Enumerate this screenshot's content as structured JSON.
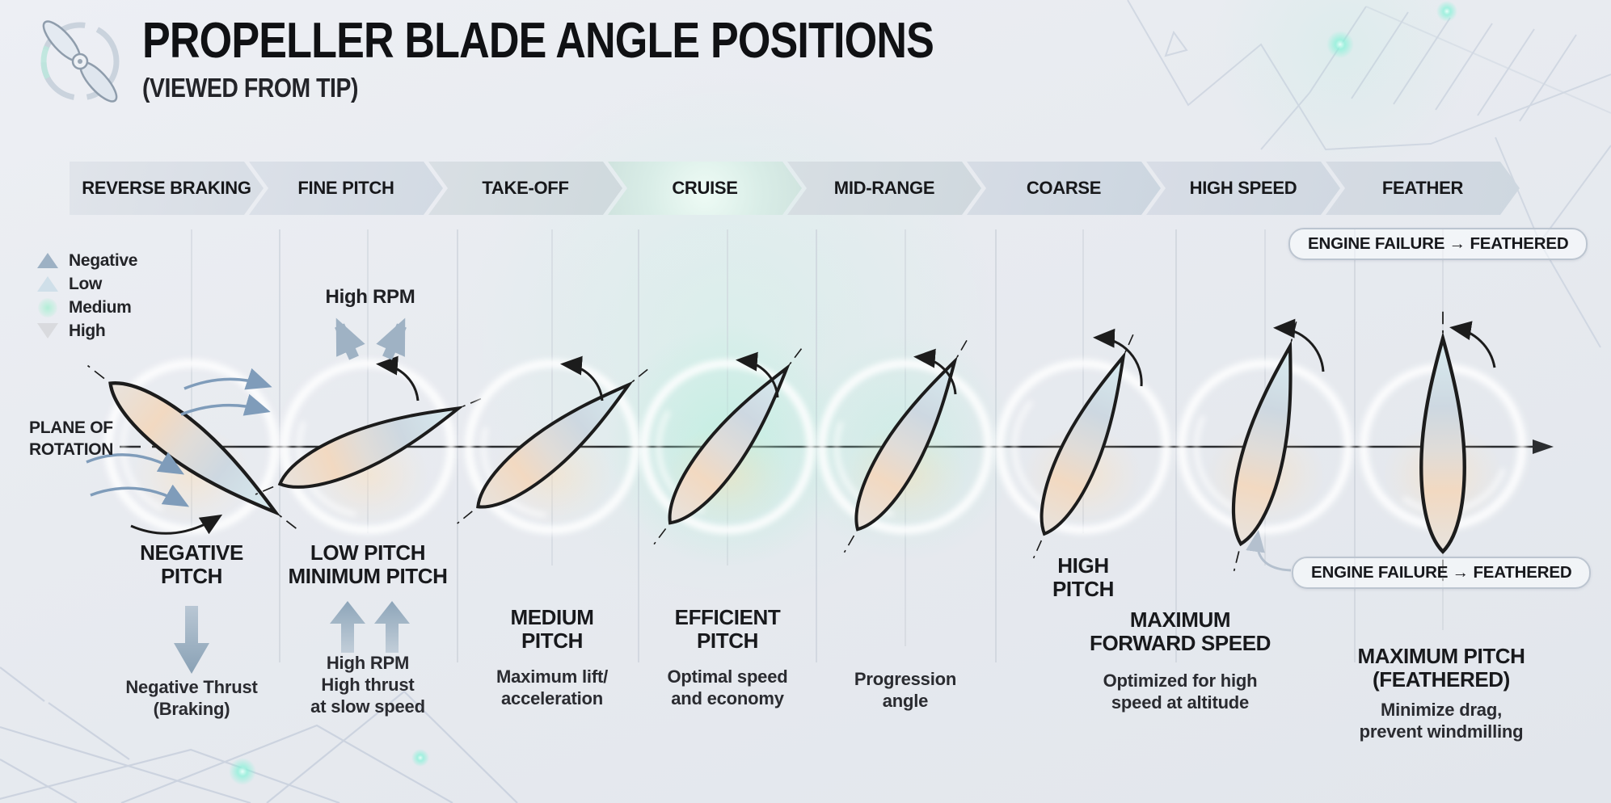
{
  "header": {
    "title": "PROPELLER BLADE ANGLE POSITIONS",
    "subtitle": "(VIEWED FROM TIP)",
    "icon": "propeller-icon"
  },
  "banner": {
    "stages": [
      {
        "label": "REVERSE BRAKING",
        "highlight": false
      },
      {
        "label": "FINE PITCH",
        "highlight": false
      },
      {
        "label": "TAKE-OFF",
        "highlight": false
      },
      {
        "label": "CRUISE",
        "highlight": true
      },
      {
        "label": "MID-RANGE",
        "highlight": false
      },
      {
        "label": "COARSE",
        "highlight": false
      },
      {
        "label": "HIGH SPEED",
        "highlight": false
      },
      {
        "label": "FEATHER",
        "highlight": false
      }
    ]
  },
  "legend": {
    "items": [
      {
        "label": "Negative",
        "marker": "triangle-up",
        "color": "#9db1c4"
      },
      {
        "label": "Low",
        "marker": "triangle-up",
        "color": "#cfdfe9"
      },
      {
        "label": "Medium",
        "marker": "glow-dot",
        "color": "#b2eed7"
      },
      {
        "label": "High",
        "marker": "triangle-down",
        "color": "#d9dade"
      }
    ]
  },
  "axis": {
    "label": "PLANE OF\nROTATION"
  },
  "annotations": {
    "high_rpm": "High RPM",
    "engine_failure_top": "ENGINE FAILURE → FEATHERED",
    "engine_failure_mid": "ENGINE FAILURE → FEATHERED"
  },
  "columns": [
    {
      "stage": "REVERSE BRAKING",
      "blade_angle_from_plane_deg": -38,
      "heading": "NEGATIVE\nPITCH",
      "description": "Negative Thrust\n(Braking)"
    },
    {
      "stage": "FINE PITCH",
      "blade_angle_from_plane_deg": 23,
      "heading": "LOW PITCH\nMINIMUM PITCH",
      "description": "High RPM\nHigh thrust\nat slow speed"
    },
    {
      "stage": "TAKE-OFF",
      "blade_angle_from_plane_deg": 39,
      "heading": "MEDIUM\nPITCH",
      "description": "Maximum lift/\nacceleration"
    },
    {
      "stage": "CRUISE",
      "blade_angle_from_plane_deg": 53,
      "heading": "EFFICIENT\nPITCH",
      "description": "Optimal speed\nand economy"
    },
    {
      "stage": "MID-RANGE",
      "blade_angle_from_plane_deg": 60,
      "heading": "",
      "description": "Progression\nangle"
    },
    {
      "stage": "COARSE",
      "blade_angle_from_plane_deg": 66,
      "heading": "HIGH\nPITCH",
      "description": ""
    },
    {
      "stage": "HIGH SPEED",
      "blade_angle_from_plane_deg": 76,
      "heading": "MAXIMUM\nFORWARD SPEED",
      "description": "Optimized for high\nspeed at altitude"
    },
    {
      "stage": "FEATHER",
      "blade_angle_from_plane_deg": 90,
      "heading": "MAXIMUM PITCH\n(FEATHERED)",
      "description": "Minimize drag,\nprevent windmilling"
    }
  ],
  "colors": {
    "background": "#e8ebf0",
    "accent_mint": "#c6f3e4",
    "blade_outline": "#1c1c1c",
    "blade_warm": "#f2d9c1",
    "blade_cool": "#d9edf1",
    "arrow_gray_blue": "#9db1c4",
    "axis_line": "#2b2d30"
  }
}
